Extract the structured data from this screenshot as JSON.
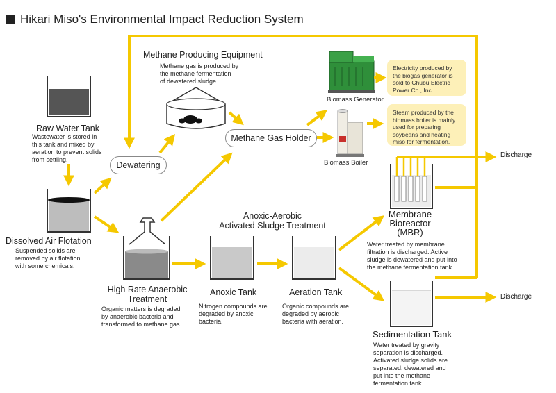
{
  "title": "Hikari Miso's Environmental Impact Reduction System",
  "nodes": {
    "methane_equipment": {
      "label": "Methane Producing Equipment",
      "desc": "Methane gas is produced by\nthe methane fermentation\nof dewatered sludge."
    },
    "raw_water_tank": {
      "label": "Raw Water Tank",
      "desc": "Wastewater is stored in\nthis tank and mixed by\naeration to prevent solids\nfrom settling."
    },
    "dewatering": {
      "label": "Dewatering"
    },
    "methane_gas_holder": {
      "label": "Methane Gas Holder"
    },
    "biomass_generator": {
      "label": "Biomass Generator"
    },
    "biomass_boiler": {
      "label": "Biomass Boiler"
    },
    "dissolved_air_flotation": {
      "label": "Dissolved Air Flotation",
      "desc": "Suspended solids are\nremoved by air flotation\nwith some chemicals."
    },
    "high_rate_anaerobic": {
      "label": "High Rate Anaerobic\nTreatment",
      "desc": "Organic matters is degraded\nby anaerobic bacteria and\ntransformed to methane gas."
    },
    "anoxic_aerobic_group": {
      "label": "Anoxic-Aerobic\nActivated Sludge Treatment"
    },
    "anoxic_tank": {
      "label": "Anoxic Tank",
      "desc": "Nitrogen compounds are\ndegraded by anoxic\nbacteria."
    },
    "aeration_tank": {
      "label": "Aeration Tank",
      "desc": "Organic compounds are\ndegraded by aerobic\nbacteria with aeration."
    },
    "mbr": {
      "label": "Membrane\nBioreactor\n(MBR)",
      "desc": "Water treated by membrane\nfiltration is discharged. Active\nsludge is dewatered and put into\nthe methane fermentation tank."
    },
    "sedimentation_tank": {
      "label": "Sedimentation Tank",
      "desc": "Water treated by gravity\nseparation is discharged.\nActivated sludge solids are\nseparated, dewatered and\nput into the methane\nfermentation tank."
    }
  },
  "notes": {
    "generator_note": "Electricity produced by\nthe biogas generator is\nsold to Chubu Electric\nPower Co., Inc.",
    "boiler_note": "Steam produced by the\nbiomass boiler is mainly\nused for preparing\nsoybeans and heating\nmiso for fermentation."
  },
  "outputs": {
    "discharge_mbr": "Discharge",
    "discharge_sedimentation": "Discharge"
  },
  "colors": {
    "arrow": "#f5c800",
    "tank_outline": "#333333",
    "note_bg": "#fdf0b8",
    "generator": "#2f8f3a",
    "boiler": "#f0ede4"
  },
  "icons": {
    "generator": "biomass-generator-icon",
    "boiler": "biomass-boiler-icon",
    "digester": "methane-digester-icon"
  }
}
